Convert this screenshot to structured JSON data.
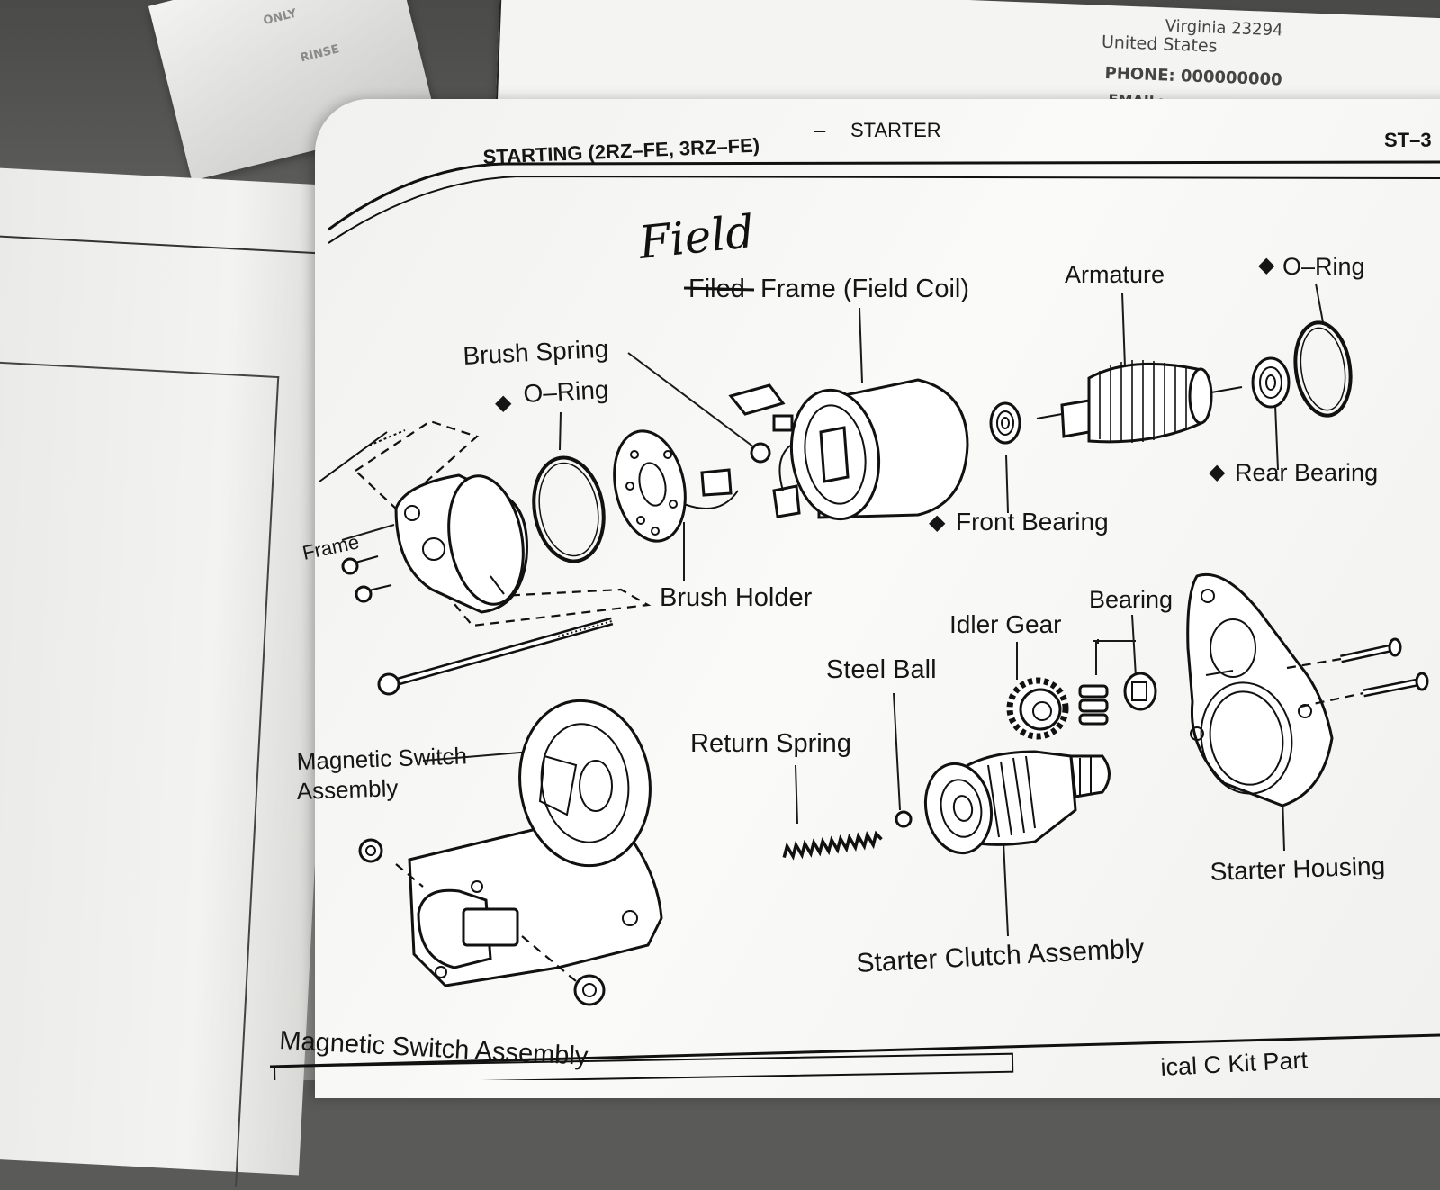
{
  "header": {
    "section": "STARTING (2RZ–FE, 3RZ–FE)",
    "dash": "–",
    "subsection": "STARTER",
    "page_code": "ST–3"
  },
  "invoice": {
    "location": "Virginia 23294",
    "country": "United States",
    "phone": "PHONE: 000000000",
    "email": "EMAIL:"
  },
  "handwriting": {
    "correction": "Field"
  },
  "labels": {
    "field_frame_struck": "Filed",
    "field_frame_rest": "Frame (Field Coil)",
    "armature": "Armature",
    "o_ring_top": "O–Ring",
    "brush_spring": "Brush Spring",
    "o_ring_left": "O–Ring",
    "rear_bearing": "Rear Bearing",
    "front_bearing": "Front Bearing",
    "frame": "Frame",
    "brush_holder": "Brush Holder",
    "bearing": "Bearing",
    "idler_gear": "Idler Gear",
    "steel_ball": "Steel Ball",
    "return_spring": "Return Spring",
    "magnetic_switch_line1": "Magnetic Switch",
    "magnetic_switch_line2": "Assembly",
    "starter_housing": "Starter Housing",
    "starter_clutch": "Starter Clutch Assembly",
    "diamond": "◆"
  },
  "footer": {
    "caption": "Magnetic Switch Assembly",
    "kit_text": "ical C Kit Part"
  },
  "colors": {
    "ink": "#151515",
    "paper": "#f7f7f5",
    "orange": "#e8773a"
  }
}
